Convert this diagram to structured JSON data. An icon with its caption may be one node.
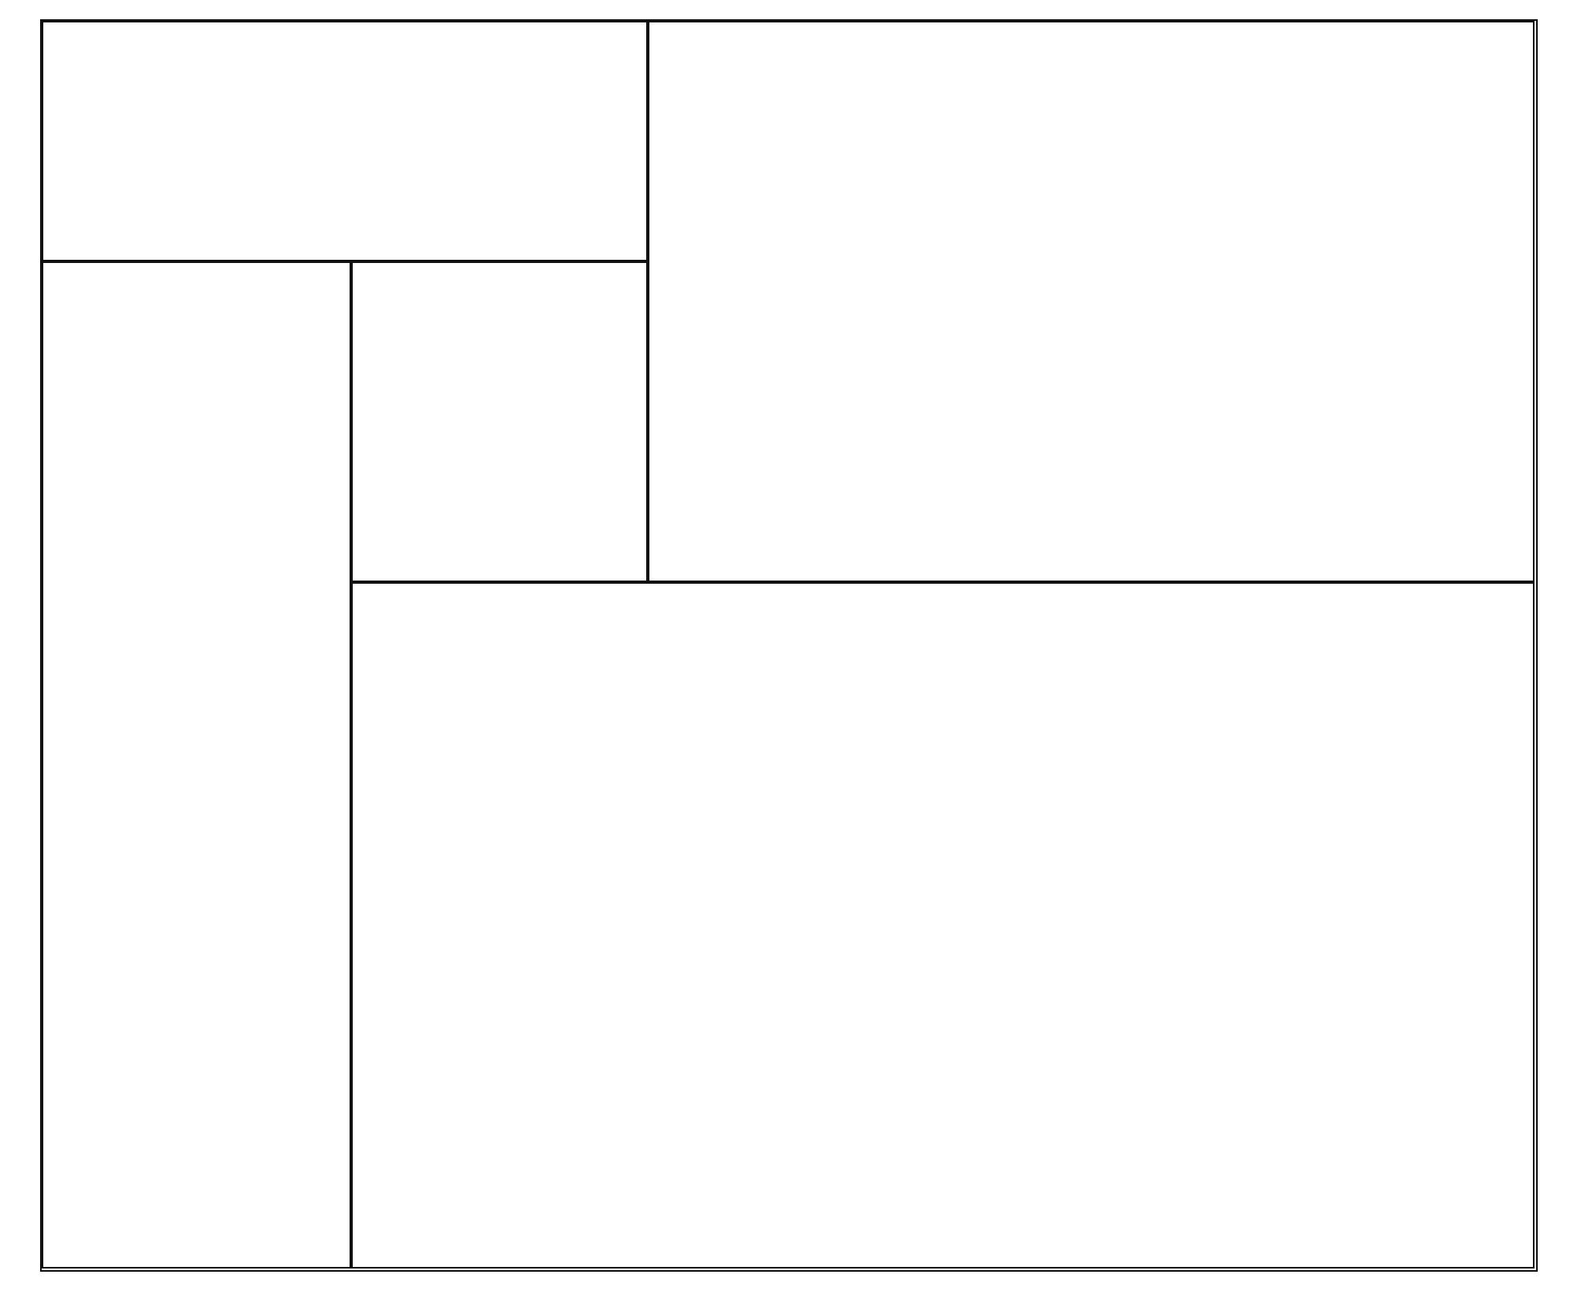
{
  "diagram": {
    "nodes": [
      {
        "text": [],
        "shape": "box"
      },
      {
        "text": [],
        "shape": "box",
        "in": 0
      },
      {
        "text": [],
        "shape": "box",
        "in": 0
      },
      {
        "text": [],
        "shape": "box",
        "in": 0
      },
      {
        "text": [],
        "shape": "box",
        "in": 0
      },
      {
        "text": [],
        "shape": "box",
        "in": 0
      }
    ]
  }
}
